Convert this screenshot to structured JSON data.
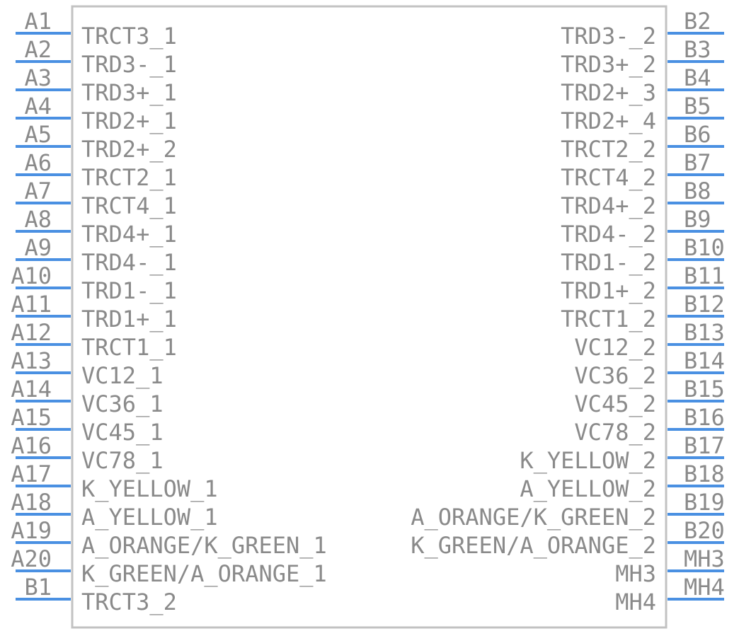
{
  "colors": {
    "body_outline": "#c2c2c2",
    "pin_line": "#4a90e2",
    "text": "#8a8a8a",
    "background": "#ffffff"
  },
  "left_pins": [
    {
      "pin": "A1",
      "signal": "TRCT3_1"
    },
    {
      "pin": "A2",
      "signal": "TRD3-_1"
    },
    {
      "pin": "A3",
      "signal": "TRD3+_1"
    },
    {
      "pin": "A4",
      "signal": "TRD2+_1"
    },
    {
      "pin": "A5",
      "signal": "TRD2+_2"
    },
    {
      "pin": "A6",
      "signal": "TRCT2_1"
    },
    {
      "pin": "A7",
      "signal": "TRCT4_1"
    },
    {
      "pin": "A8",
      "signal": "TRD4+_1"
    },
    {
      "pin": "A9",
      "signal": "TRD4-_1"
    },
    {
      "pin": "A10",
      "signal": "TRD1-_1"
    },
    {
      "pin": "A11",
      "signal": "TRD1+_1"
    },
    {
      "pin": "A12",
      "signal": "TRCT1_1"
    },
    {
      "pin": "A13",
      "signal": "VC12_1"
    },
    {
      "pin": "A14",
      "signal": "VC36_1"
    },
    {
      "pin": "A15",
      "signal": "VC45_1"
    },
    {
      "pin": "A16",
      "signal": "VC78_1"
    },
    {
      "pin": "A17",
      "signal": "K_YELLOW_1"
    },
    {
      "pin": "A18",
      "signal": "A_YELLOW_1"
    },
    {
      "pin": "A19",
      "signal": "A_ORANGE/K_GREEN_1"
    },
    {
      "pin": "A20",
      "signal": "K_GREEN/A_ORANGE_1"
    },
    {
      "pin": "B1",
      "signal": "TRCT3_2"
    }
  ],
  "right_pins": [
    {
      "pin": "B2",
      "signal": "TRD3-_2"
    },
    {
      "pin": "B3",
      "signal": "TRD3+_2"
    },
    {
      "pin": "B4",
      "signal": "TRD2+_3"
    },
    {
      "pin": "B5",
      "signal": "TRD2+_4"
    },
    {
      "pin": "B6",
      "signal": "TRCT2_2"
    },
    {
      "pin": "B7",
      "signal": "TRCT4_2"
    },
    {
      "pin": "B8",
      "signal": "TRD4+_2"
    },
    {
      "pin": "B9",
      "signal": "TRD4-_2"
    },
    {
      "pin": "B10",
      "signal": "TRD1-_2"
    },
    {
      "pin": "B11",
      "signal": "TRD1+_2"
    },
    {
      "pin": "B12",
      "signal": "TRCT1_2"
    },
    {
      "pin": "B13",
      "signal": "VC12_2"
    },
    {
      "pin": "B14",
      "signal": "VC36_2"
    },
    {
      "pin": "B15",
      "signal": "VC45_2"
    },
    {
      "pin": "B16",
      "signal": "VC78_2"
    },
    {
      "pin": "B17",
      "signal": "K_YELLOW_2"
    },
    {
      "pin": "B18",
      "signal": "A_YELLOW_2"
    },
    {
      "pin": "B19",
      "signal": "A_ORANGE/K_GREEN_2"
    },
    {
      "pin": "B20",
      "signal": "K_GREEN/A_ORANGE_2"
    },
    {
      "pin": "MH3",
      "signal": "MH3"
    },
    {
      "pin": "MH4",
      "signal": "MH4"
    }
  ]
}
